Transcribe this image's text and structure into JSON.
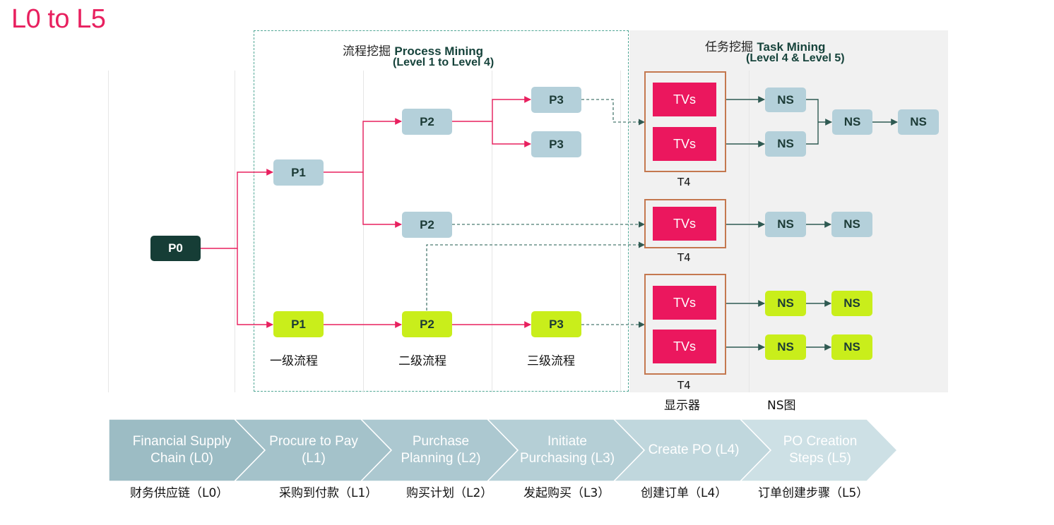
{
  "title": "L0 to L5",
  "process_mining": {
    "cn": "流程挖掘",
    "en": "Process Mining",
    "sub": "(Level 1 to Level 4)"
  },
  "task_mining": {
    "cn": "任务挖掘",
    "en": "Task Mining",
    "sub": "(Level 4 & Level 5)"
  },
  "nodes": {
    "p0": "P0",
    "p1": "P1",
    "p2": "P2",
    "p3": "P3",
    "tvs": "TVs",
    "ns": "NS",
    "t4": "T4"
  },
  "level_labels": [
    "一级流程",
    "二级流程",
    "三级流程"
  ],
  "column_labels": [
    "显示器",
    "NS图"
  ],
  "chevrons": [
    {
      "en": "Financial Supply Chain (L0)",
      "cn": "财务供应链（L0）"
    },
    {
      "en": "Procure to Pay (L1)",
      "cn": "采购到付款（L1）"
    },
    {
      "en": "Purchase Planning (L2)",
      "cn": "购买计划（L2）"
    },
    {
      "en": "Initiate Purchasing (L3)",
      "cn": "发起购买（L3）"
    },
    {
      "en": "Create PO (L4)",
      "cn": "创建订单（L4）"
    },
    {
      "en": "PO Creation Steps (L5)",
      "cn": "订单创建步骤（L5）"
    }
  ],
  "colors": {
    "accent": "#e8205f",
    "dark": "#163d36",
    "blue": "#b4d0da",
    "lime": "#c9ee1b",
    "tv": "#eb175e",
    "t4_border": "#c4784f"
  }
}
